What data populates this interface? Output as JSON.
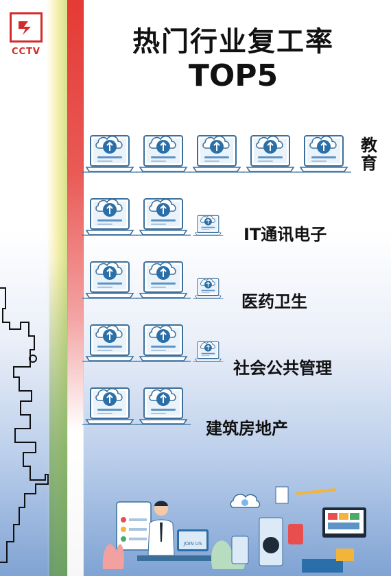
{
  "brand": {
    "logo_text": "CCTV"
  },
  "chart_data": {
    "type": "bar",
    "title": [
      "热门行业复工率",
      "TOP5"
    ],
    "unit_icon": "laptop-cloud-upload-icon",
    "categories": [
      "教育",
      "IT通讯电子",
      "医药卫生",
      "社会公共管理",
      "建筑房地产"
    ],
    "values": [
      5,
      2.55,
      2.45,
      2.35,
      2
    ],
    "icon_count_shown": [
      5,
      3,
      3,
      3,
      2
    ]
  },
  "decoration": {
    "banner_text": "JOIN US",
    "colors": {
      "thermo_top": "#e53a35",
      "icon_blue": "#2a6fa8",
      "icon_line": "#3a6f9c"
    }
  }
}
